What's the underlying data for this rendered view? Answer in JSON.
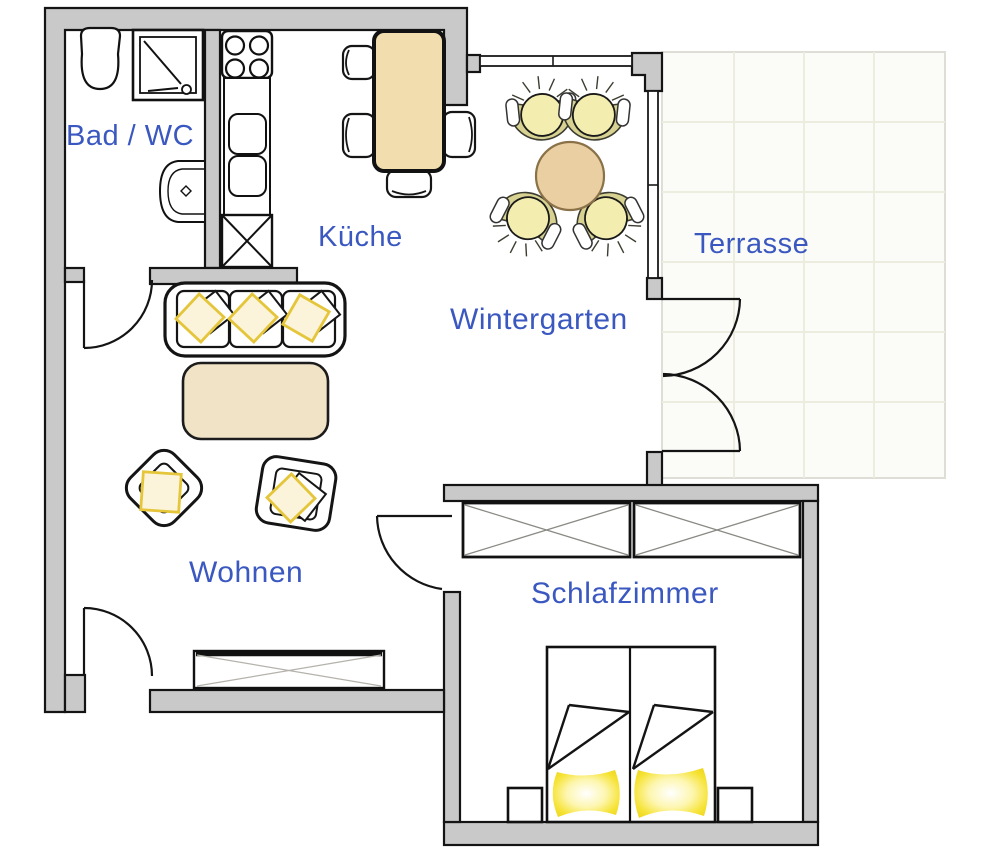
{
  "rooms": {
    "bad_wc": {
      "label": "Bad / WC"
    },
    "kueche": {
      "label": "Küche"
    },
    "wintergarten": {
      "label": "Wintergarten"
    },
    "terrasse": {
      "label": "Terrasse"
    },
    "wohnen": {
      "label": "Wohnen"
    },
    "schlafzimmer": {
      "label": "Schlafzimmer"
    }
  },
  "colors": {
    "label_blue": "#3a58c0",
    "wall_gray": "#c9c9c9",
    "outline_black": "#141414",
    "table_tan": "#f2ddae",
    "round_table_tan": "#e9cfa2",
    "coffee_table_tan": "#f0e3c6",
    "cushion_yellow_outline": "#e5c53a",
    "pillow_yellow": "#f3dd2e",
    "wicker_olive": "#d7d292",
    "wicker_seat": "#f3edaf",
    "tile_line": "#ececdf"
  },
  "furniture": {
    "bad_wc": [
      "toilet",
      "shower",
      "washbasin"
    ],
    "kueche": [
      "stove",
      "kitchen-counter",
      "kitchen-cabinet",
      "dining-table",
      "dining-chairs"
    ],
    "wintergarten": [
      "round-table",
      "wicker-chairs"
    ],
    "wohnen": [
      "sofa",
      "coffee-table",
      "armchairs",
      "sideboard"
    ],
    "schlafzimmer": [
      "wardrobes",
      "double-bed",
      "nightstands",
      "pillows"
    ]
  }
}
